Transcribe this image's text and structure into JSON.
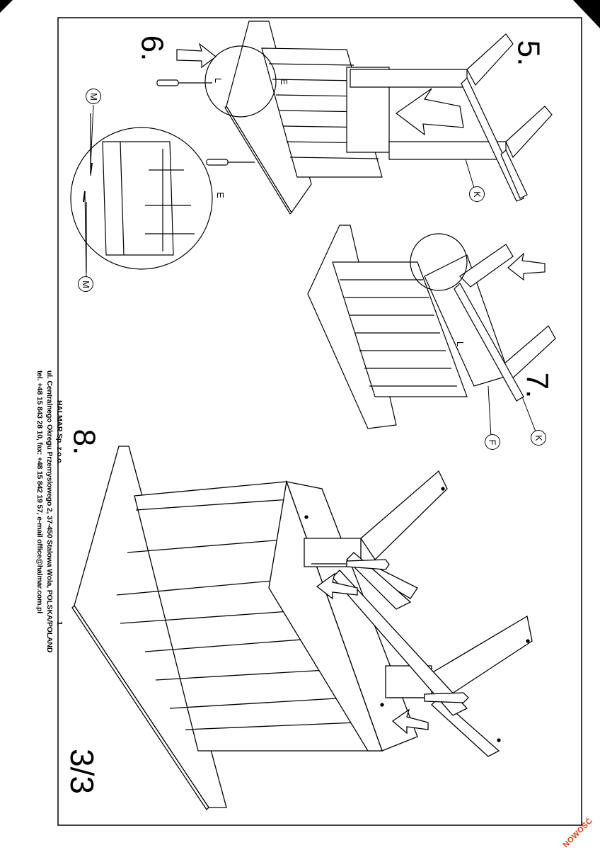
{
  "document": {
    "page_label": "3/3",
    "steps": [
      "5.",
      "6.",
      "7.",
      "8."
    ],
    "part_labels": {
      "k1": "K",
      "k2": "K",
      "m1": "M",
      "m2": "M",
      "f1": "F",
      "e1": "E",
      "e2": "E",
      "l1": "L",
      "l2": "L"
    },
    "footer": {
      "company": "HALMAR Sp. z o.o.",
      "address": "ul. Centralnego Okregu Przemyslowego 2, 37-450 Stalowa Wola, POLSKA/POLAND",
      "contact": "tel. +48 15 843 28 10, fax: +48 15 842 19 57, e-mail office@halmar.com.pl",
      "sheet_number": "1"
    },
    "badge": "NOWOŚĆ"
  }
}
